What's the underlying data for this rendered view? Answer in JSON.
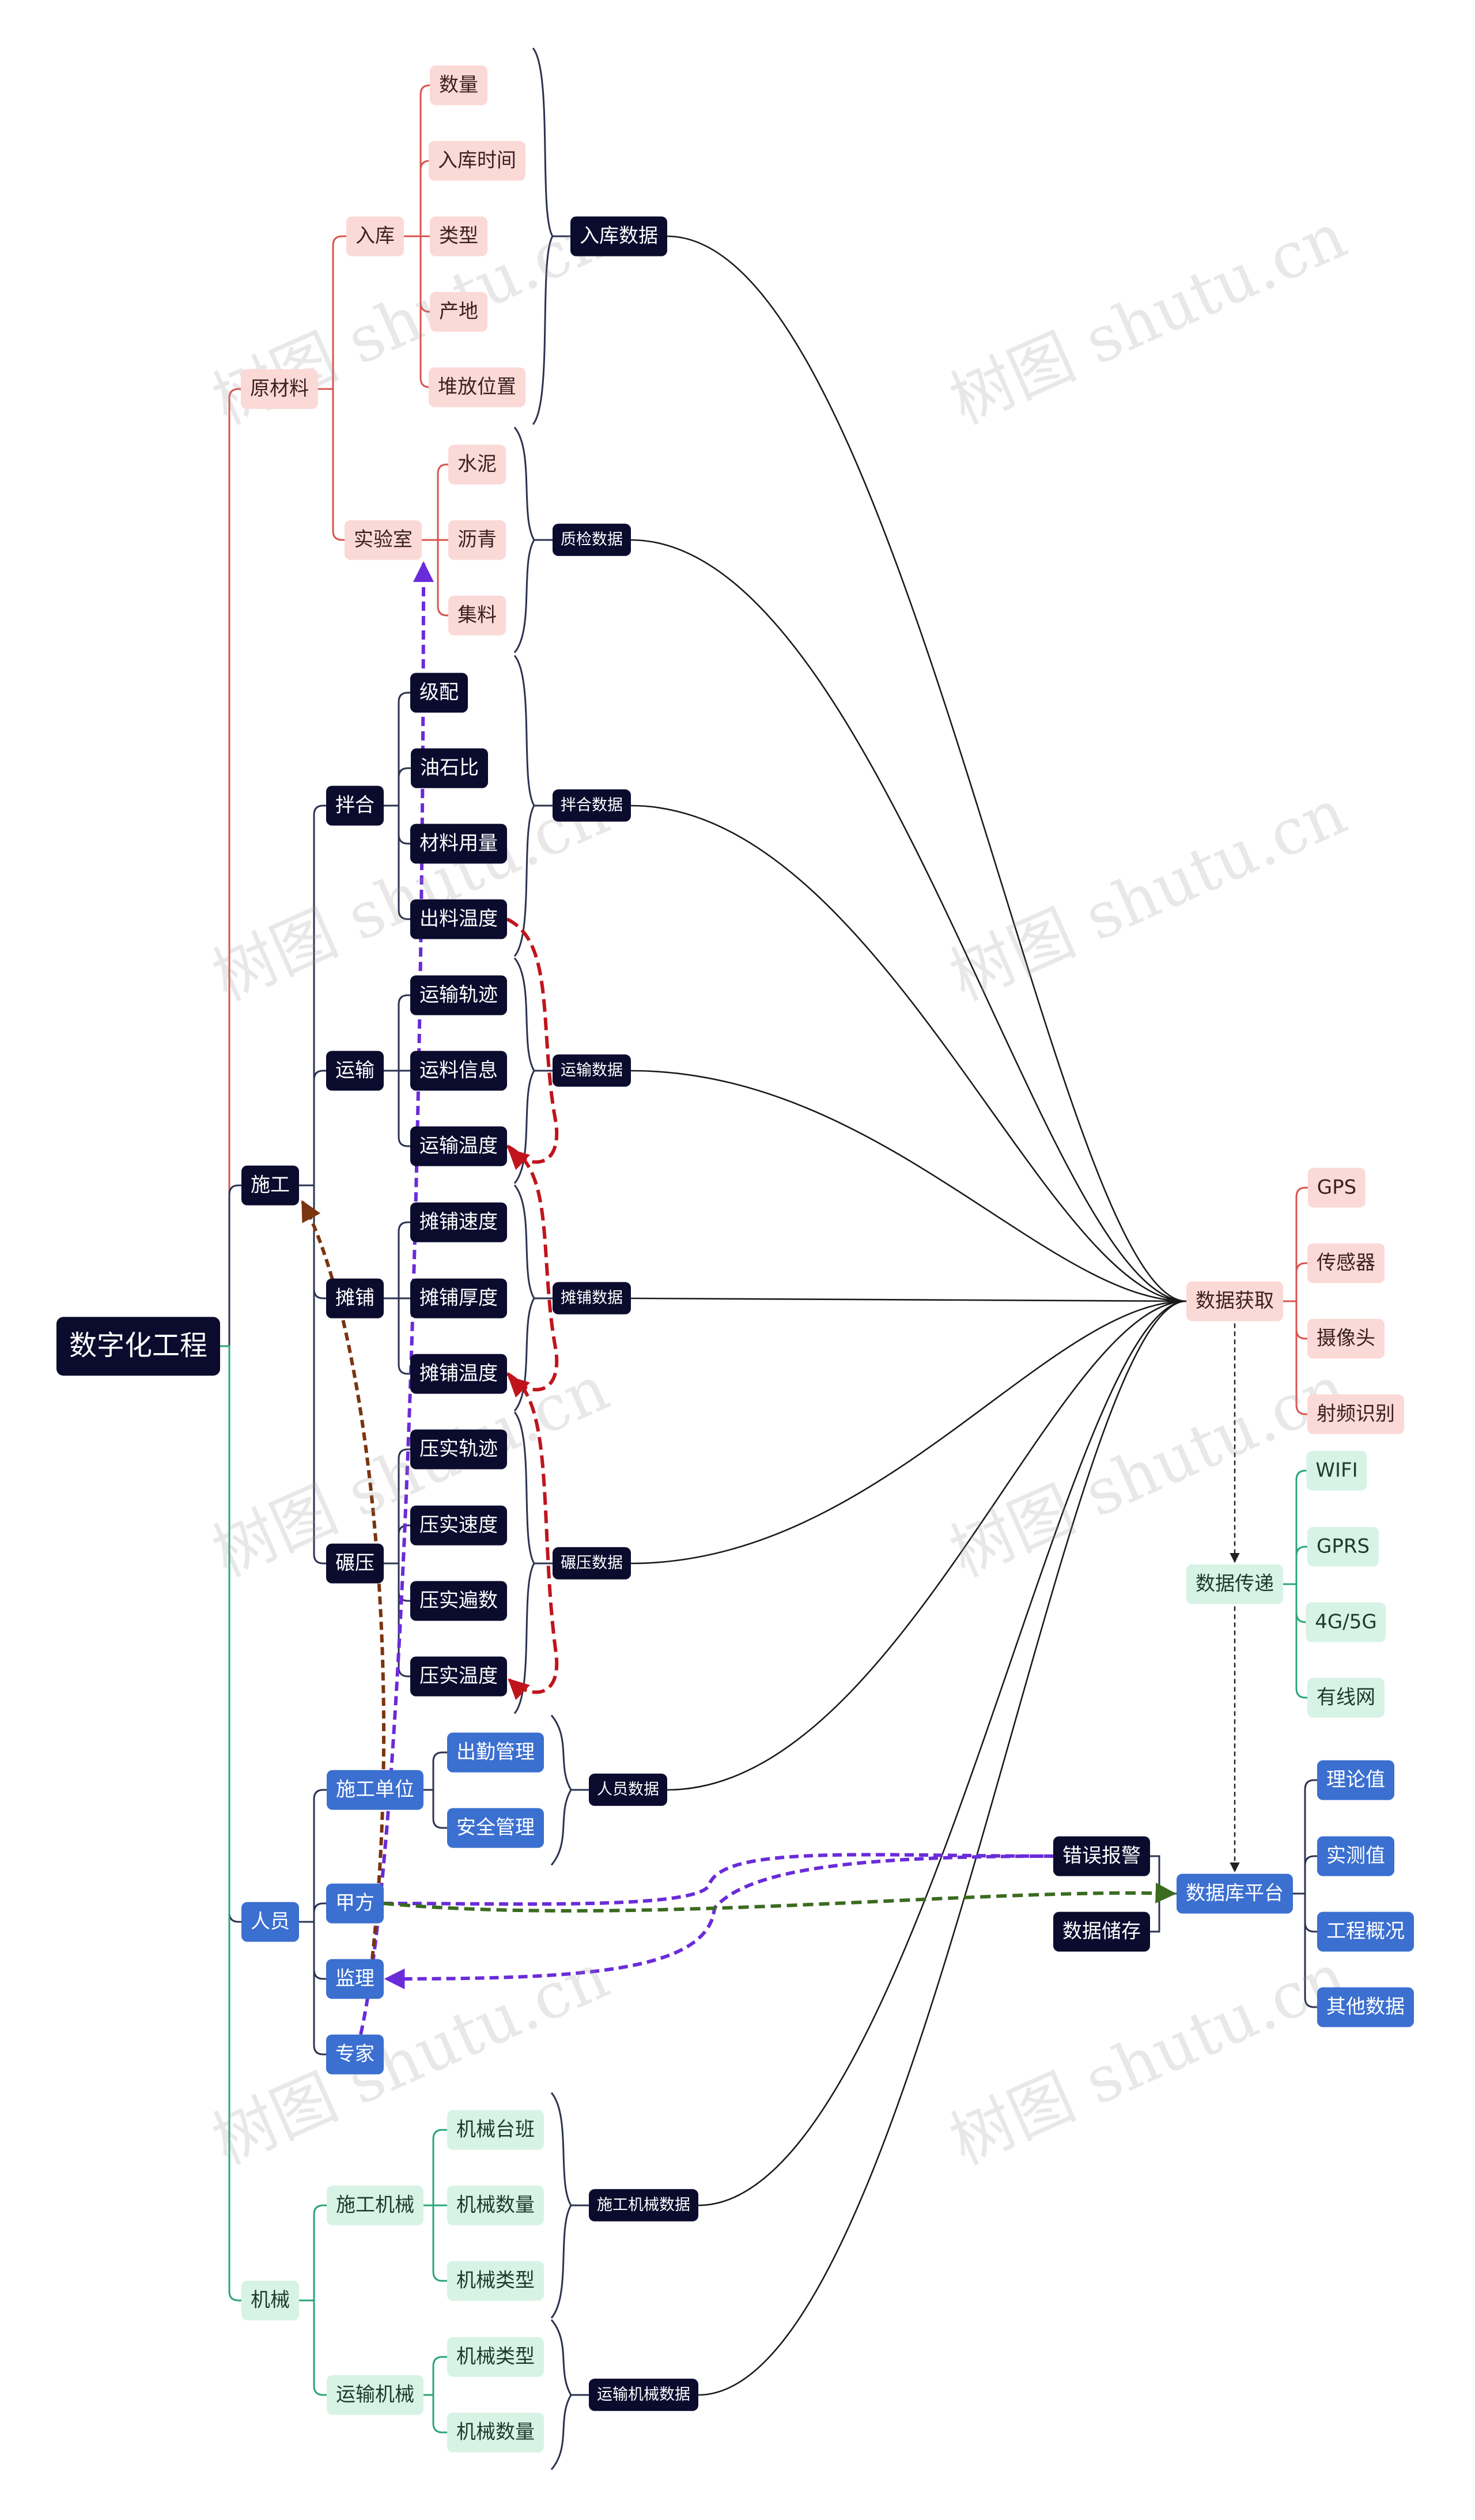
{
  "root": "数字化工程",
  "watermark": "树图 shutu.cn",
  "colors": {
    "material": "#d9534f",
    "worker": "#2b3350",
    "machine": "#2aa57a",
    "dark": "#0b0b2e",
    "pink": "#fbd9d6",
    "green": "#d7f3e6",
    "blue": "#3b6fd0"
  },
  "material": {
    "label": "原材料",
    "warehouse": {
      "label": "入库",
      "items": [
        "数量",
        "入库时间",
        "类型",
        "产地",
        "堆放位置"
      ],
      "data_label": "入库数据"
    },
    "lab": {
      "label": "实验室",
      "items": [
        "水泥",
        "沥青",
        "集料"
      ],
      "data_label": "质检数据"
    }
  },
  "construction": {
    "label": "施工",
    "mixing": {
      "label": "拌合",
      "items": [
        "级配",
        "油石比",
        "材料用量",
        "出料温度"
      ],
      "data_label": "拌合数据"
    },
    "transport": {
      "label": "运输",
      "items": [
        "运输轨迹",
        "运料信息",
        "运输温度"
      ],
      "data_label": "运输数据"
    },
    "paving": {
      "label": "摊铺",
      "items": [
        "摊铺速度",
        "摊铺厚度",
        "摊铺温度"
      ],
      "data_label": "摊铺数据"
    },
    "rolling": {
      "label": "碾压",
      "items": [
        "压实轨迹",
        "压实速度",
        "压实遍数",
        "压实温度"
      ],
      "data_label": "碾压数据"
    }
  },
  "personnel": {
    "label": "人员",
    "contractor": {
      "label": "施工单位",
      "items": [
        "出勤管理",
        "安全管理"
      ],
      "data_label": "人员数据"
    },
    "owner": "甲方",
    "supervisor": "监理",
    "expert": "专家"
  },
  "machinery": {
    "label": "机械",
    "construction_machinery": {
      "label": "施工机械",
      "items": [
        "机械台班",
        "机械数量",
        "机械类型"
      ],
      "data_label": "施工机械数据"
    },
    "transport_machinery": {
      "label": "运输机械",
      "items": [
        "机械类型",
        "机械数量"
      ],
      "data_label": "运输机械数据"
    }
  },
  "acquisition": {
    "label": "数据获取",
    "items": [
      "GPS",
      "传感器",
      "摄像头",
      "射频识别"
    ]
  },
  "transmission": {
    "label": "数据传递",
    "items": [
      "WIFI",
      "GPRS",
      "4G/5G",
      "有线网"
    ]
  },
  "platform": {
    "label": "数据库平台",
    "items": [
      "理论值",
      "实测值",
      "工程概况",
      "其他数据"
    ]
  },
  "alarm": "错误报警",
  "storage": "数据储存"
}
